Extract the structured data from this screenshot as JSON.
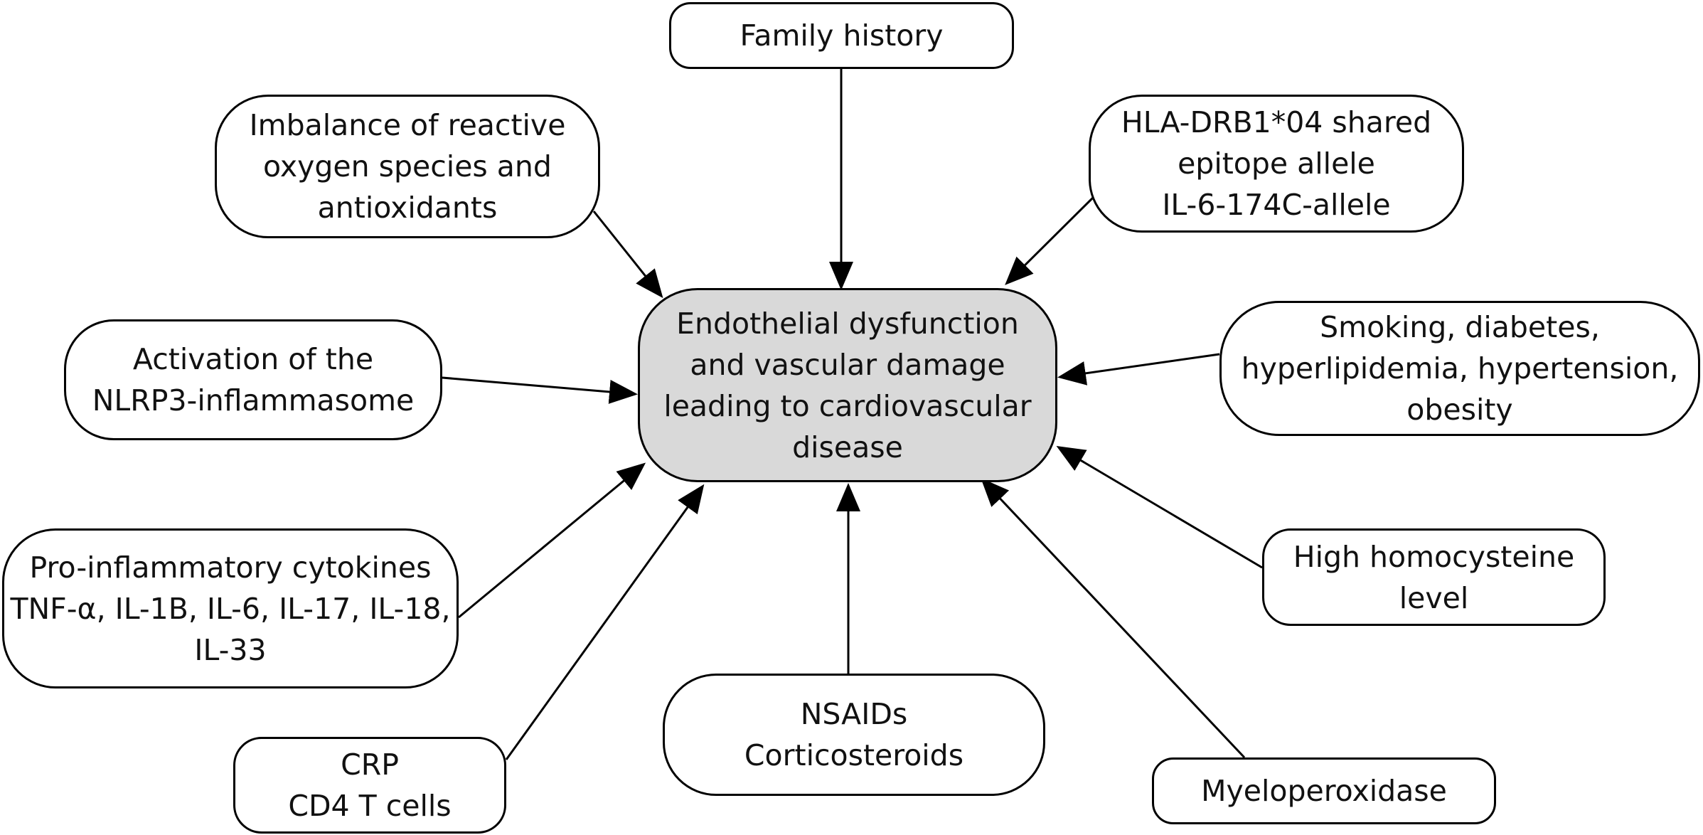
{
  "diagram": {
    "colors": {
      "stroke": "#000000",
      "node_fill": "#ffffff",
      "center_fill": "#d9d9d9",
      "text": "#111111"
    },
    "nodes": {
      "center": {
        "lines": [
          "Endothelial dysfunction",
          "and vascular damage",
          "leading to cardiovascular",
          "disease"
        ]
      },
      "family": {
        "lines": [
          "Family history"
        ]
      },
      "ros": {
        "lines": [
          "Imbalance of reactive",
          "oxygen species and",
          "antioxidants"
        ]
      },
      "hla": {
        "lines": [
          "HLA-DRB1*04 shared",
          "epitope allele",
          "IL-6-174C-allele"
        ]
      },
      "nlrp3": {
        "lines": [
          "Activation of the",
          "NLRP3-inflammasome"
        ]
      },
      "smoking": {
        "lines": [
          "Smoking, diabetes,",
          "hyperlipidemia, hypertension,",
          "obesity"
        ]
      },
      "cytokines": {
        "lines": [
          "Pro-inflammatory cytokines",
          "TNF-α, IL-1B, IL-6, IL-17, IL-18,",
          "IL-33"
        ]
      },
      "homocysteine": {
        "lines": [
          "High homocysteine",
          "level"
        ]
      },
      "crp": {
        "lines": [
          "CRP",
          "CD4 T cells"
        ]
      },
      "nsaids": {
        "lines": [
          "NSAIDs",
          "Corticosteroids"
        ]
      },
      "myeloperoxidase": {
        "lines": [
          "Myeloperoxidase"
        ]
      }
    }
  }
}
